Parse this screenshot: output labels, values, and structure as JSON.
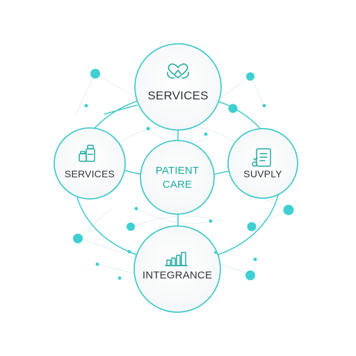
{
  "colors": {
    "accent": "#3fcfd2",
    "line": "#46c9cc",
    "thin_line": "#d9eef0",
    "center_text": "#1aa9a2",
    "text": "#2f3438",
    "icon": "#1fa9a3"
  },
  "nodes": {
    "top": {
      "label": "SERVICES",
      "icon": "heart-hands-icon"
    },
    "left": {
      "label": "SERVICES",
      "icon": "medicine-bottles-icon"
    },
    "right": {
      "label": "SUVPLY",
      "icon": "clipboard-list-icon"
    },
    "bottom": {
      "label": "INTEGRANCE",
      "icon": "bar-chart-icon"
    },
    "center": {
      "line1": "PATIENT",
      "line2": "CARE"
    }
  }
}
